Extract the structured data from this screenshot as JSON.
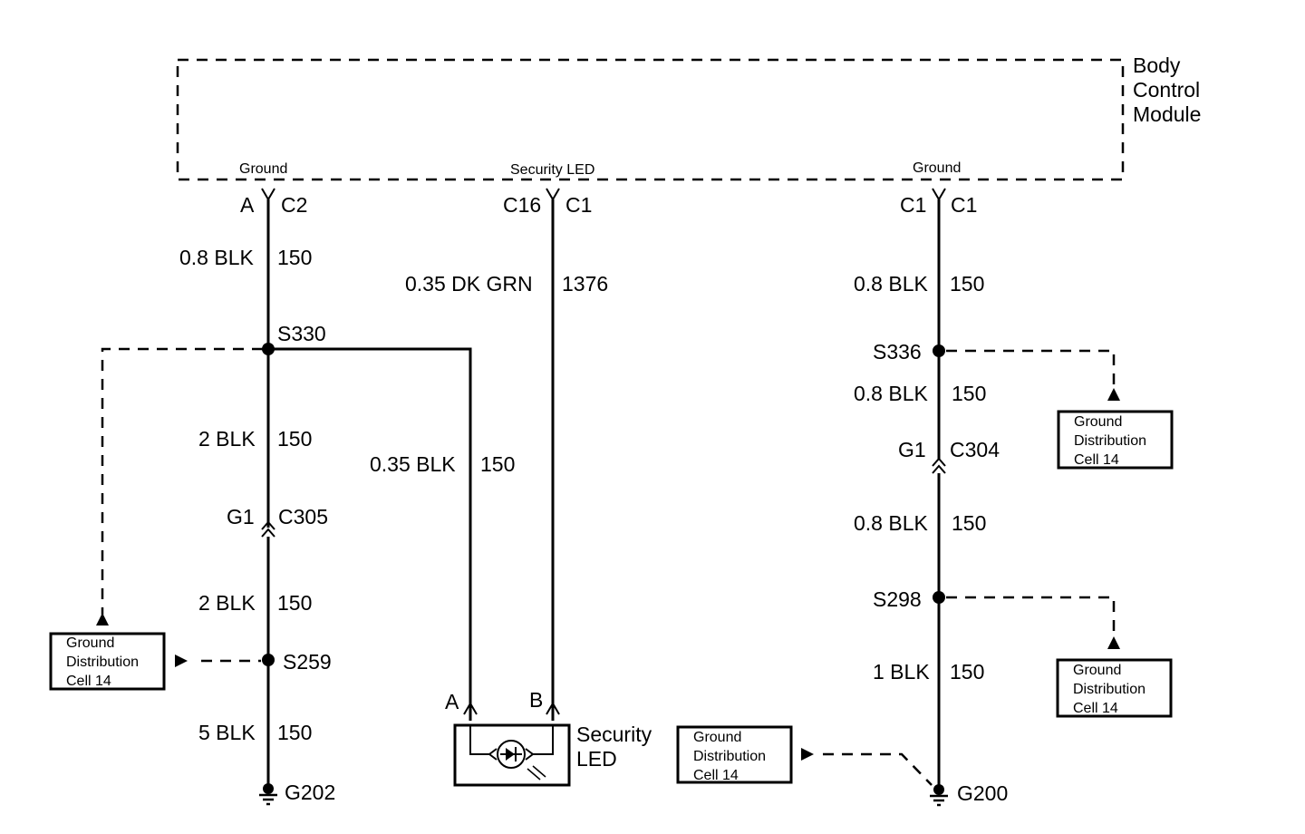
{
  "module": {
    "line1": "Body",
    "line2": "Control",
    "line3": "Module"
  },
  "pins": {
    "left": "Ground",
    "center": "Security LED",
    "right": "Ground"
  },
  "connectors": {
    "left_top_a": "A",
    "left_top_b": "C2",
    "center_top_a": "C16",
    "center_top_b": "C1",
    "right_top_a": "C1",
    "right_top_b": "C1",
    "c305_a": "G1",
    "c305_b": "C305",
    "c304_a": "G1",
    "c304_b": "C304"
  },
  "wires": {
    "l1_gauge": "0.8 BLK",
    "l1_circuit": "150",
    "l2_gauge": "2 BLK",
    "l2_circuit": "150",
    "l3_gauge": "2 BLK",
    "l3_circuit": "150",
    "l4_gauge": "5 BLK",
    "l4_circuit": "150",
    "c1_gauge": "0.35 DK GRN",
    "c1_circuit": "1376",
    "c2_gauge": "0.35 BLK",
    "c2_circuit": "150",
    "r1_gauge": "0.8 BLK",
    "r1_circuit": "150",
    "r2_gauge": "0.8 BLK",
    "r2_circuit": "150",
    "r3_gauge": "0.8 BLK",
    "r3_circuit": "150",
    "r4_gauge": "1 BLK",
    "r4_circuit": "150"
  },
  "splices": {
    "s330": "S330",
    "s259": "S259",
    "s336": "S336",
    "s298": "S298"
  },
  "grounds": {
    "g202": "G202",
    "g200": "G200"
  },
  "led": {
    "pin_a": "A",
    "pin_b": "B",
    "line1": "Security",
    "line2": "LED"
  },
  "ground_dist": {
    "line1": "Ground",
    "line2": "Distribution",
    "line3": "Cell 14"
  }
}
